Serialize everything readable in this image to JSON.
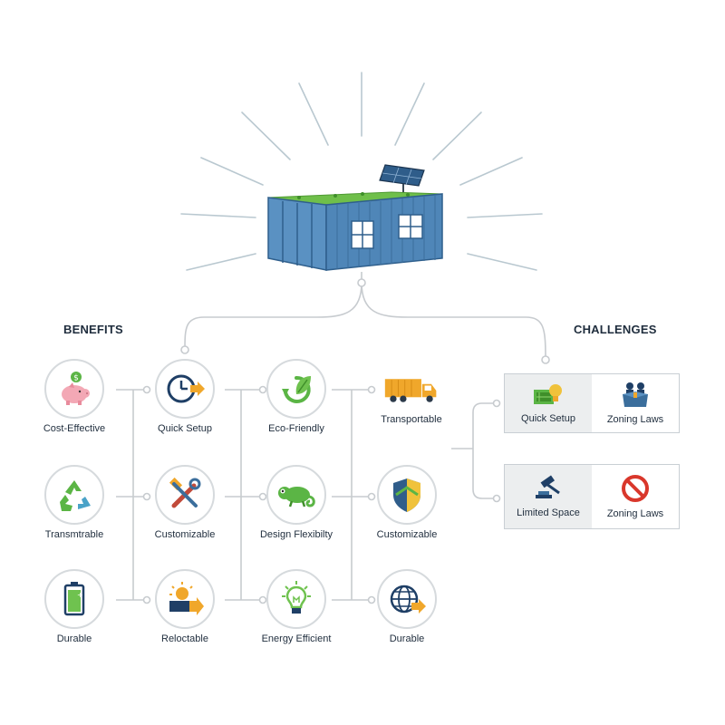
{
  "sections": {
    "benefits": "BENEFITS",
    "challenges": "CHALLENGES"
  },
  "benefits": [
    {
      "label": "Cost-Effective",
      "icon": "piggy-bank-icon"
    },
    {
      "label": "Quick Setup",
      "icon": "clock-icon"
    },
    {
      "label": "Eco-Friendly",
      "icon": "leaf-icon"
    },
    {
      "label": "Transportable",
      "icon": "truck-icon"
    },
    {
      "label": "Transmtrable",
      "icon": "recycle-icon"
    },
    {
      "label": "Customizable",
      "icon": "tools-icon"
    },
    {
      "label": "Design Flexibilty",
      "icon": "chameleon-icon"
    },
    {
      "label": "Customizable",
      "icon": "shield-icon"
    },
    {
      "label": "Durable",
      "icon": "battery-icon"
    },
    {
      "label": "Reloctable",
      "icon": "sun-arrow-icon"
    },
    {
      "label": "Energy Efficient",
      "icon": "lightbulb-icon"
    },
    {
      "label": "Durable",
      "icon": "globe-icon"
    }
  ],
  "challenges": [
    {
      "label": "Quick Setup",
      "icon": "blueprint-icon"
    },
    {
      "label": "Zoning Laws",
      "icon": "people-box-icon"
    },
    {
      "label": "Limited Space",
      "icon": "gavel-icon"
    },
    {
      "label": "Zoning Laws",
      "icon": "prohibited-icon"
    }
  ],
  "colors": {
    "container": "#4f86b8",
    "roof": "#6fbf4a",
    "line": "#c7cbcf",
    "rays": "#b9c8d0",
    "accent_orange": "#f0a72b",
    "navy": "#1f3f66"
  }
}
